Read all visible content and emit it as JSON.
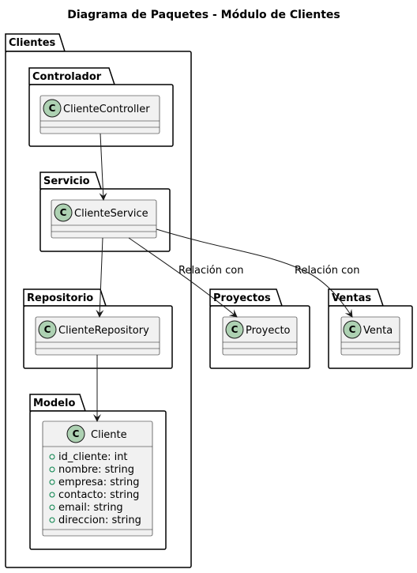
{
  "diagram": {
    "title": "Diagrama de Paquetes - Módulo de Clientes",
    "packages": {
      "clientes": "Clientes",
      "controlador": "Controlador",
      "servicio": "Servicio",
      "repositorio": "Repositorio",
      "modelo": "Modelo",
      "proyectos": "Proyectos",
      "ventas": "Ventas"
    },
    "classes": {
      "cliente_controller": "ClienteController",
      "cliente_service": "ClienteService",
      "cliente_repository": "ClienteRepository",
      "cliente": "Cliente",
      "proyecto": "Proyecto",
      "venta": "Venta"
    },
    "class_badge_letter": "C",
    "cliente_attributes": [
      "id_cliente: int",
      "nombre: string",
      "empresa: string",
      "contacto: string",
      "email: string",
      "direccion: string"
    ],
    "edge_labels": {
      "service_to_proyecto": "Relación con",
      "service_to_venta": "Relación con"
    },
    "colors": {
      "class_fill": "#f1f1f1",
      "class_badge": "#add1b2",
      "visibility_marker": "#038048"
    }
  }
}
